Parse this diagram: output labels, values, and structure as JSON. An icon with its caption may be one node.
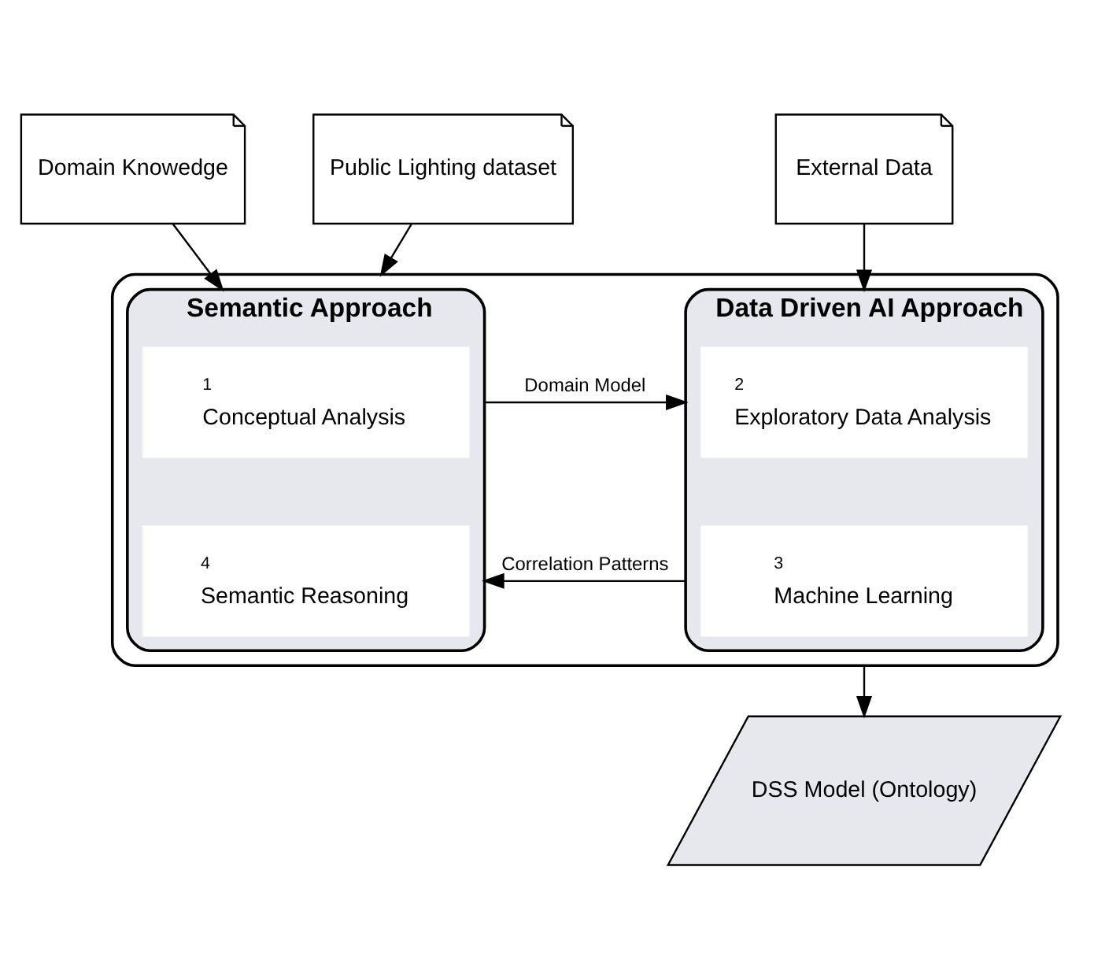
{
  "diagram": {
    "nodes": [
      {
        "text": [
          "Domain Knowedge"
        ]
      },
      {
        "text": [
          "Public Lighting dataset"
        ]
      },
      {
        "text": [
          "External Data"
        ]
      },
      {
        "text": [],
        "shape": "box"
      },
      {
        "text": [
          "Semantic Approach"
        ],
        "in": 3
      },
      {
        "text": [
          "1",
          "Conceptual Analysis"
        ],
        "in": 4
      },
      {
        "text": [
          "4",
          "Semantic Reasoning"
        ],
        "in": 4
      },
      {
        "text": [
          "Data Driven AI Approach"
        ],
        "in": 3
      },
      {
        "text": [
          "2",
          "Exploratory Data Analysis"
        ],
        "in": 7
      },
      {
        "text": [
          "3",
          "Machine Learning"
        ],
        "in": 7
      },
      {
        "text": [
          "DSS Model (Ontology)"
        ]
      }
    ],
    "edges": [
      {
        "from": 0,
        "to": 4,
        "arrow": "to"
      },
      {
        "from": 1,
        "to": 3,
        "arrow": "to"
      },
      {
        "from": 2,
        "to": 7,
        "arrow": "to"
      },
      {
        "from": 4,
        "to": 7,
        "arrow": "to",
        "label": "Domain Model"
      },
      {
        "from": 7,
        "to": 4,
        "arrow": "to",
        "label": "Correlation Patterns"
      },
      {
        "from": 3,
        "to": 10,
        "arrow": "to"
      }
    ]
  }
}
